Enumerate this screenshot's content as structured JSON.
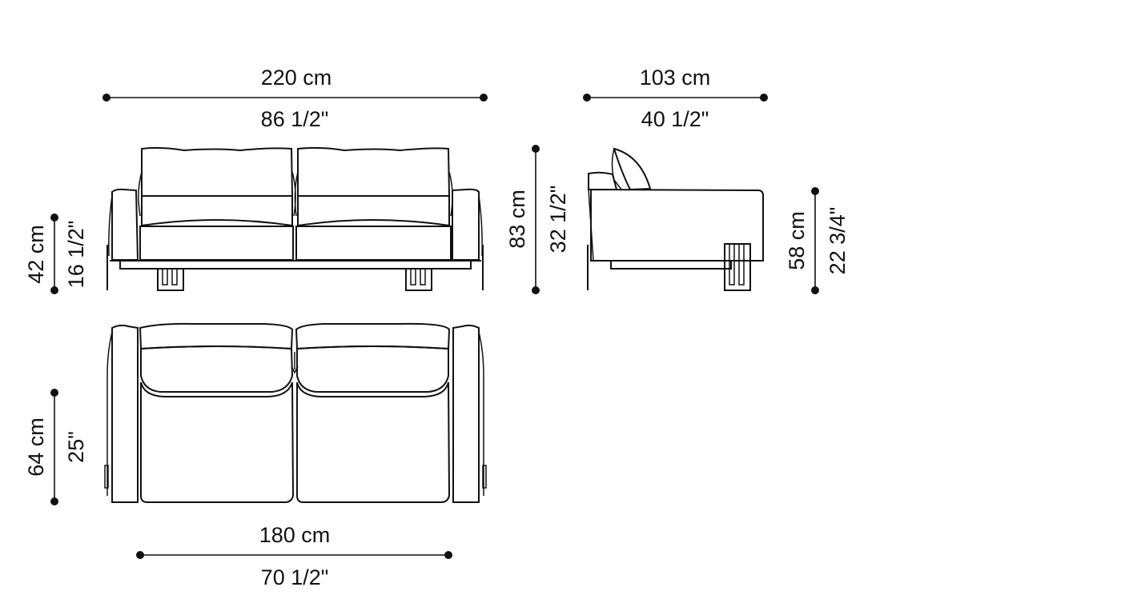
{
  "title": "Sofa dimension drawing",
  "colors": {
    "line": "#111111",
    "background": "#ffffff"
  },
  "views": {
    "front": {
      "label": "front-elevation",
      "width": {
        "metric": "220 cm",
        "imperial": "86 1/2\""
      },
      "seat_height": {
        "metric": "42 cm",
        "imperial": "16 1/2\""
      }
    },
    "side": {
      "label": "side-elevation",
      "depth": {
        "metric": "103 cm",
        "imperial": "40 1/2\""
      },
      "total_height": {
        "metric": "83 cm",
        "imperial": "32 1/2\""
      },
      "arm_height": {
        "metric": "58 cm",
        "imperial": "22 3/4\""
      }
    },
    "top": {
      "label": "plan-view",
      "seat_depth": {
        "metric": "64 cm",
        "imperial": "25\""
      },
      "seat_width": {
        "metric": "180 cm",
        "imperial": "70 1/2\""
      }
    }
  }
}
